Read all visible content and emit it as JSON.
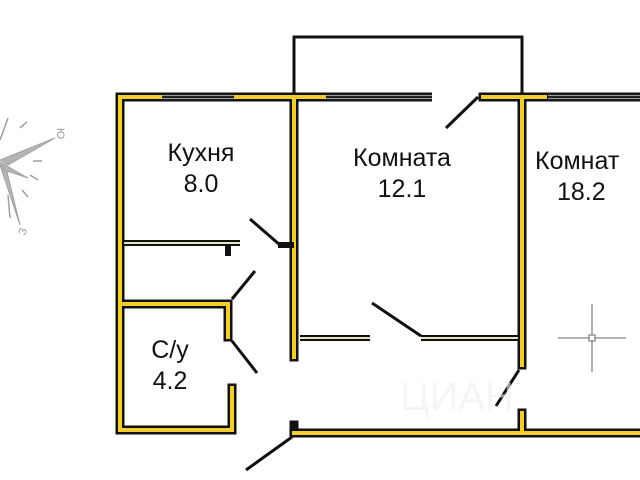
{
  "plan": {
    "type": "apartment floor plan",
    "colors": {
      "wall_fill": "#f2cd2e",
      "wall_outline": "#111111",
      "window": "#8a8a8a",
      "compass": "#9a9a9a"
    },
    "rooms": [
      {
        "id": "kitchen",
        "name": "Кухня",
        "area": "8.0"
      },
      {
        "id": "room1",
        "name": "Комната",
        "area": "12.1"
      },
      {
        "id": "room2",
        "name": "Комнат",
        "area": "18.2"
      },
      {
        "id": "bathroom",
        "name": "С/у",
        "area": "4.2"
      }
    ],
    "compass": {
      "label_a": "Ю",
      "label_b": "З"
    },
    "watermark": "ЦИАН"
  }
}
